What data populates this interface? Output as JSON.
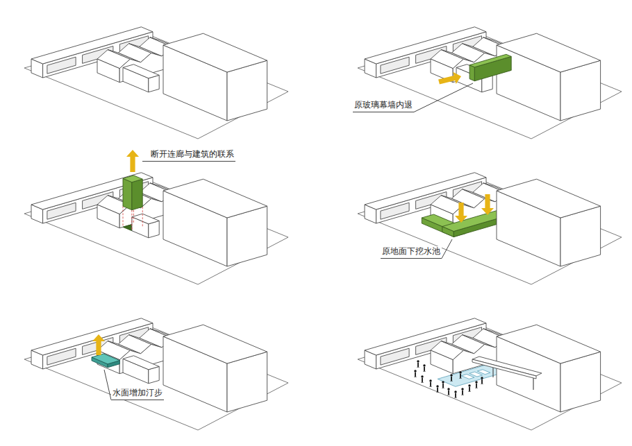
{
  "diagram": {
    "labels": [
      "原玻璃幕墙内退",
      "断开连廊与建筑的联系",
      "原地面下挖水池",
      "水面增加汀步"
    ]
  }
}
